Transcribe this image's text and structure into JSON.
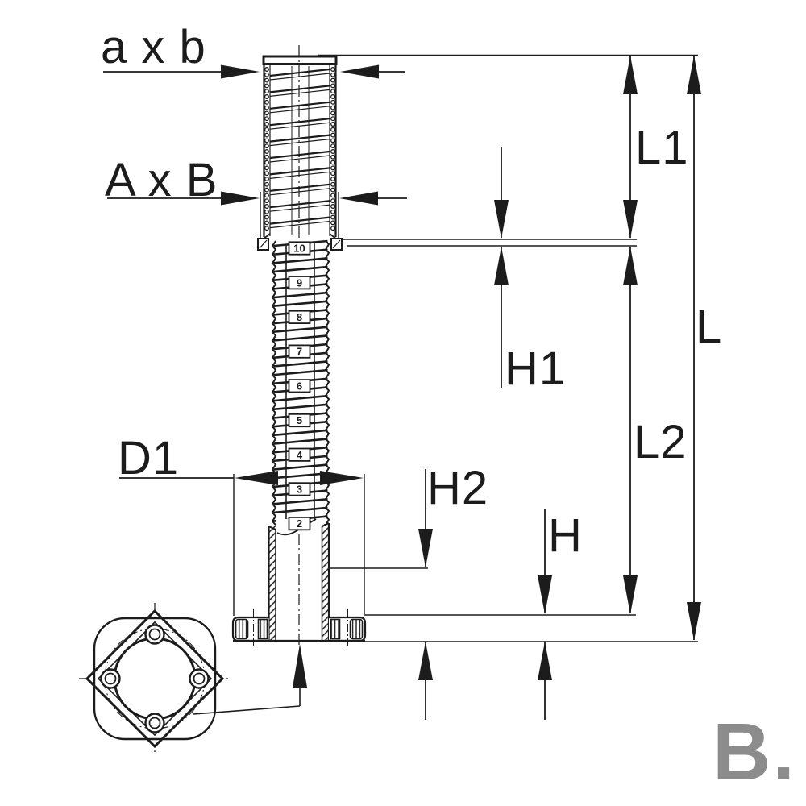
{
  "figure": {
    "sheet_label": "B.",
    "dimension_labels": {
      "top_width": "a x b",
      "collar_width": "A x B",
      "base_diameter": "D1",
      "upper_length": "L1",
      "total_length": "L",
      "gap_height": "H1",
      "lower_length": "L2",
      "socket_height": "H2",
      "plate_height": "H"
    },
    "rod_scale_numbers": [
      "10",
      "9",
      "8",
      "7",
      "6",
      "5",
      "4",
      "3",
      "2"
    ],
    "colors": {
      "line": "#1c1c1c",
      "sheet_label": "#8c8c8c",
      "background": "#ffffff"
    }
  }
}
